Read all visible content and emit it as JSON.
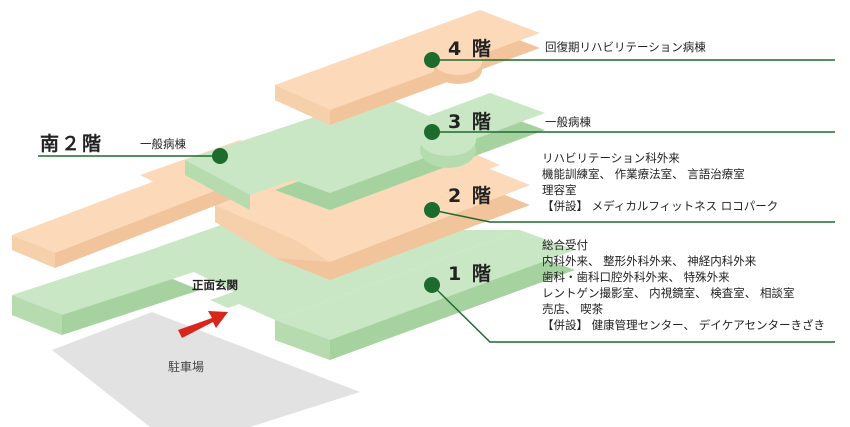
{
  "floors": {
    "f4": {
      "label": "4 階",
      "desc": "回復期リハビリテーション病棟"
    },
    "f3": {
      "label": "3 階",
      "desc": "一般病棟"
    },
    "f2": {
      "label": "2 階",
      "lines": [
        "リハビリテーション科外来",
        "機能訓練室、 作業療法室、 言語治療室",
        "理容室",
        "【併設】 メディカルフィットネス ロコパーク"
      ]
    },
    "f1": {
      "label": "1 階",
      "lines": [
        "総合受付",
        "内科外来、 整形外科外来、 神経内科外来",
        "歯科・歯科口腔外科外来、 特殊外来",
        "レントゲン撮影室、 内視鏡室、 検査室、 相談室",
        "売店、 喫茶",
        "【併設】 健康管理センター、 デイケアセンターきざき"
      ]
    },
    "s2": {
      "label": "南２階",
      "desc": "一般病棟"
    }
  },
  "entrance": "正面玄関",
  "parking": "駐車場",
  "colors": {
    "green_floor": "#c9e7c4",
    "green_side": "#a6d2a0",
    "peach_floor": "#fbd9b9",
    "peach_side": "#f1c49b",
    "marker": "#1e6b2e",
    "parking": "#e2e2e2",
    "arrow": "#d9261c"
  },
  "icons": [
    "floor-marker-dot-icon",
    "entrance-arrow-icon"
  ]
}
